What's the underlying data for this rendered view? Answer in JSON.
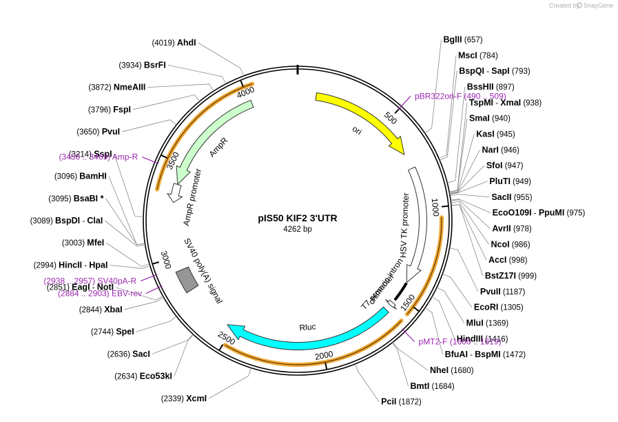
{
  "credit": {
    "prefix": "Created by",
    "brand": "SnapGene"
  },
  "plasmid": {
    "name": "pIS50 KIF2 3'UTR",
    "length_label": "4262 bp",
    "length": 4262
  },
  "ticks": [
    {
      "bp": 500,
      "label": "500"
    },
    {
      "bp": 1000,
      "label": "1000"
    },
    {
      "bp": 1500,
      "label": "1500"
    },
    {
      "bp": 2000,
      "label": "2000"
    },
    {
      "bp": 2500,
      "label": "2500"
    },
    {
      "bp": 3000,
      "label": "3000"
    },
    {
      "bp": 3500,
      "label": "3500"
    },
    {
      "bp": 4000,
      "label": "4000"
    }
  ],
  "features": [
    {
      "name": "ori",
      "start": 100,
      "end": 690,
      "direction": "cw",
      "color": "#ffff00",
      "label_side": "inner"
    },
    {
      "name": "HSV TK promoter",
      "start": 775,
      "end": 1415,
      "direction": "cw",
      "color": "#ffffff",
      "label_side": "inner"
    },
    {
      "name": "chimeric intron",
      "start": 1418,
      "end": 1530,
      "direction": "none",
      "color": "#000000",
      "label_side": "inner"
    },
    {
      "name": "T7 promoter",
      "start": 1548,
      "end": 1568,
      "direction": "cw",
      "color": "#ffffff",
      "label_side": "inner"
    },
    {
      "name": "Rluc",
      "start": 1600,
      "end": 2535,
      "direction": "cw",
      "color": "#00ffff",
      "label_side": "inner"
    },
    {
      "name": "SV40 poly(A) signal",
      "start": 2805,
      "end": 2925,
      "direction": "none",
      "color": "#969696",
      "label_side": "inner"
    },
    {
      "name": "AmpR promoter",
      "start": 3295,
      "end": 3395,
      "direction": "ccw",
      "color": "#ffffff",
      "label_side": "inner"
    },
    {
      "name": "AmpR",
      "start": 3395,
      "end": 4010,
      "direction": "ccw",
      "color": "#ccffcc",
      "label_side": "inner"
    }
  ],
  "orange_arcs": [
    {
      "start": 1050,
      "end": 1545
    },
    {
      "start": 1585,
      "end": 2490
    },
    {
      "start": 3345,
      "end": 4045
    }
  ],
  "enzymes": [
    {
      "name": "AhdI",
      "pos": "(4019)",
      "bp": 4019
    },
    {
      "name": "BsrFI",
      "pos": "(3934)",
      "bp": 3934
    },
    {
      "name": "NmeAIII",
      "pos": "(3872)",
      "bp": 3872
    },
    {
      "name": "FspI",
      "pos": "(3796)",
      "bp": 3796
    },
    {
      "name": "PvuI",
      "pos": "(3650)",
      "bp": 3650
    },
    {
      "name": "SspI",
      "pos": "(3214)",
      "bp": 3214
    },
    {
      "name": "BamHI",
      "pos": "(3096)",
      "bp": 3096
    },
    {
      "name": "BsaBI *",
      "pos": "(3095)",
      "bp": 3095
    },
    {
      "name": "BspDI",
      "name2": "ClaI",
      "pos": "(3089)",
      "bp": 3089
    },
    {
      "name": "MfeI",
      "pos": "(3003)",
      "bp": 3003
    },
    {
      "name": "HincII",
      "name2": "HpaI",
      "pos": "(2994)",
      "bp": 2994
    },
    {
      "name": "EagI",
      "name2": "NotI",
      "pos": "(2851)",
      "bp": 2851
    },
    {
      "name": "XbaI",
      "pos": "(2844)",
      "bp": 2844
    },
    {
      "name": "SpeI",
      "pos": "(2744)",
      "bp": 2744
    },
    {
      "name": "SacI",
      "pos": "(2636)",
      "bp": 2636
    },
    {
      "name": "Eco53kI",
      "pos": "(2634)",
      "bp": 2634
    },
    {
      "name": "XcmI",
      "pos": "(2339)",
      "bp": 2339
    },
    {
      "name": "PciI",
      "pos": "(1872)",
      "bp": 1872
    },
    {
      "name": "BmtI",
      "pos": "(1684)",
      "bp": 1684
    },
    {
      "name": "NheI",
      "pos": "(1680)",
      "bp": 1680
    },
    {
      "name": "BfuAI",
      "name2": "BspMI",
      "pos": "(1472)",
      "bp": 1472
    },
    {
      "name": "HindIII",
      "pos": "(1416)",
      "bp": 1416
    },
    {
      "name": "MluI",
      "pos": "(1369)",
      "bp": 1369
    },
    {
      "name": "EcoRI",
      "pos": "(1305)",
      "bp": 1305
    },
    {
      "name": "PvuII",
      "pos": "(1187)",
      "bp": 1187
    },
    {
      "name": "BstZ17I",
      "pos": "(999)",
      "bp": 999
    },
    {
      "name": "AccI",
      "pos": "(998)",
      "bp": 998
    },
    {
      "name": "NcoI",
      "pos": "(986)",
      "bp": 986
    },
    {
      "name": "AvrII",
      "pos": "(978)",
      "bp": 978
    },
    {
      "name": "EcoO109I",
      "name2": "PpuMI",
      "pos": "(975)",
      "bp": 975
    },
    {
      "name": "SacII",
      "pos": "(955)",
      "bp": 955
    },
    {
      "name": "PluTI",
      "pos": "(949)",
      "bp": 949
    },
    {
      "name": "SfoI",
      "pos": "(947)",
      "bp": 947
    },
    {
      "name": "NarI",
      "pos": "(946)",
      "bp": 946
    },
    {
      "name": "KasI",
      "pos": "(945)",
      "bp": 945
    },
    {
      "name": "SmaI",
      "pos": "(940)",
      "bp": 940
    },
    {
      "name": "TspMI",
      "name2": "XmaI",
      "pos": "(938)",
      "bp": 938
    },
    {
      "name": "BssHII",
      "pos": "(897)",
      "bp": 897
    },
    {
      "name": "BspQI",
      "name2": "SapI",
      "pos": "(793)",
      "bp": 793
    },
    {
      "name": "MscI",
      "pos": "(784)",
      "bp": 784
    },
    {
      "name": "BglII",
      "pos": "(657)",
      "bp": 657
    }
  ],
  "primers": [
    {
      "name": "pBR322ori-F",
      "range": "(490 .. 509)",
      "bp": 500
    },
    {
      "name": "pMT2-F",
      "range": "(1600 .. 1619)",
      "bp": 1610
    },
    {
      "name": "EBV-rev",
      "range": "(2884 .. 2903)",
      "bp": 2893
    },
    {
      "name": "SV40pA-R",
      "range": "(2938 .. 2957)",
      "bp": 2948
    },
    {
      "name": "Amp-R",
      "range": "(3450 .. 3469)",
      "bp": 3460
    }
  ]
}
